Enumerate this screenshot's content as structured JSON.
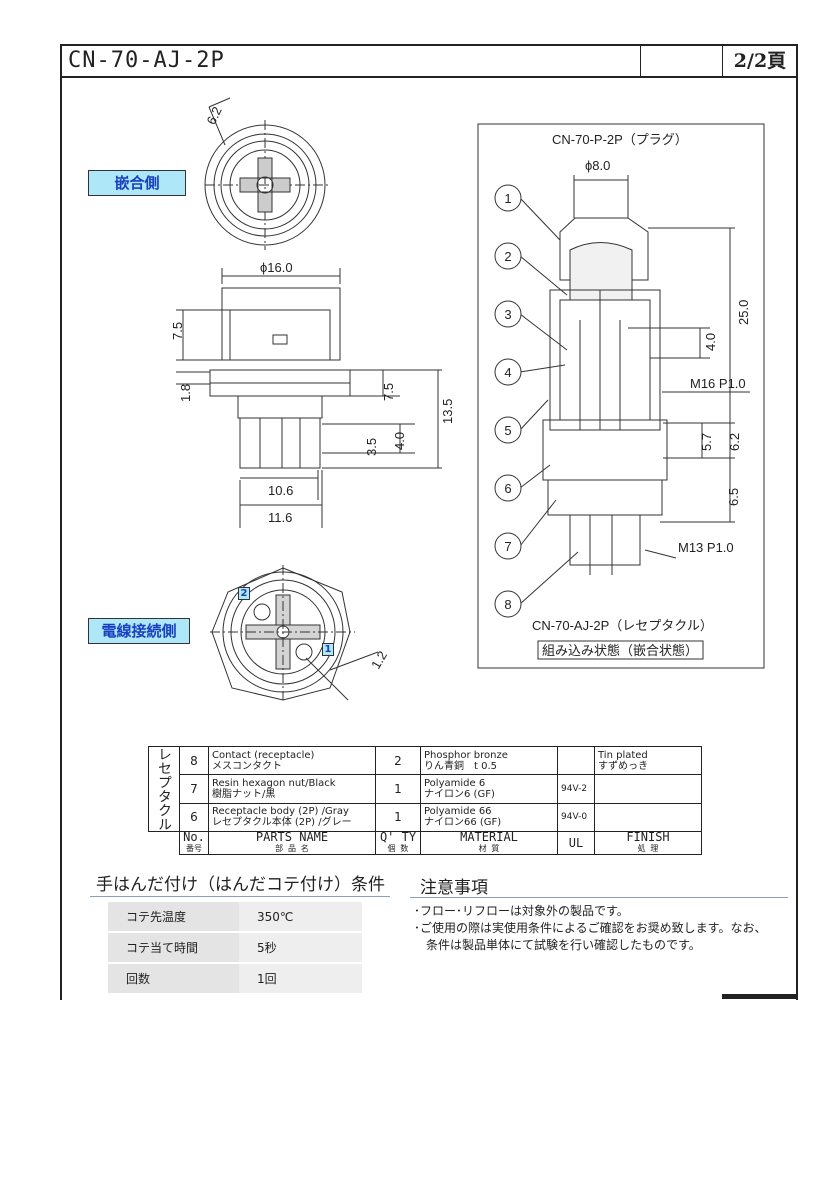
{
  "header": {
    "title": "CN-70-AJ-2P",
    "page": "2/2頁"
  },
  "views": {
    "mating_label": "嵌合側",
    "wire_label": "電線接続側",
    "pin_numbers": [
      "2",
      "1"
    ],
    "dims": {
      "d62": "6.2",
      "phi16": "ϕ16.0",
      "d75a": "7.5",
      "d18": "1.8",
      "d75b": "7.5",
      "d135": "13.5",
      "d35": "3.5",
      "d40": "4.0",
      "d106": "10.6",
      "d116": "11.6",
      "d12": "1.2"
    }
  },
  "assembly": {
    "plug_label": "CN-70-P-2P（プラグ）",
    "phi8": "ϕ8.0",
    "d250": "25.0",
    "d40": "4.0",
    "m16": "M16 P1.0",
    "d57": "5.7",
    "d62": "6.2",
    "d65": "6.5",
    "m13": "M13 P1.0",
    "receptacle_label": "CN-70-AJ-2P（レセプタクル）",
    "state_label": "組み込み状態（嵌合状態）",
    "callouts": [
      "1",
      "2",
      "3",
      "4",
      "5",
      "6",
      "7",
      "8"
    ]
  },
  "parts_table": {
    "side_label": "レセプタクル",
    "rows": [
      {
        "no": "8",
        "name_en": "Contact (receptacle)",
        "name_jp": "メスコンタクト",
        "qty": "2",
        "mat_en": "Phosphor bronze",
        "mat_jp": "りん青銅　t 0.5",
        "ul": "",
        "fin_en": "Tin plated",
        "fin_jp": "すずめっき"
      },
      {
        "no": "7",
        "name_en": "Resin hexagon nut/Black",
        "name_jp": "樹脂ナット/黒",
        "qty": "1",
        "mat_en": "Polyamide 6",
        "mat_jp": "ナイロン6 (GF)",
        "ul": "94V-2",
        "fin_en": "",
        "fin_jp": ""
      },
      {
        "no": "6",
        "name_en": "Receptacle body (2P) /Gray",
        "name_jp": "レセプタクル本体 (2P) /グレー",
        "qty": "1",
        "mat_en": "Polyamide 66",
        "mat_jp": "ナイロン66 (GF)",
        "ul": "94V-0",
        "fin_en": "",
        "fin_jp": ""
      }
    ],
    "header": {
      "no": "No.",
      "no_jp": "番号",
      "name": "PARTS NAME",
      "name_jp": "部 品 名",
      "qty": "Q' TY",
      "qty_jp": "個 数",
      "mat": "MATERIAL",
      "mat_jp": "材 質",
      "ul": "UL",
      "fin": "FINISH",
      "fin_jp": "処 理"
    }
  },
  "solder": {
    "title": "手はんだ付け（はんだコテ付け）条件",
    "rows": [
      {
        "k": "コテ先温度",
        "v": "350℃"
      },
      {
        "k": "コテ当て時間",
        "v": "5秒"
      },
      {
        "k": "回数",
        "v": "1回"
      }
    ]
  },
  "notes": {
    "title": "注意事項",
    "lines": [
      "･フロー･リフローは対象外の製品です。",
      "･ご使用の際は実使用条件によるご確認をお奨め致します。なお、",
      "　条件は製品単体にて試験を行い確認したものです。"
    ]
  }
}
